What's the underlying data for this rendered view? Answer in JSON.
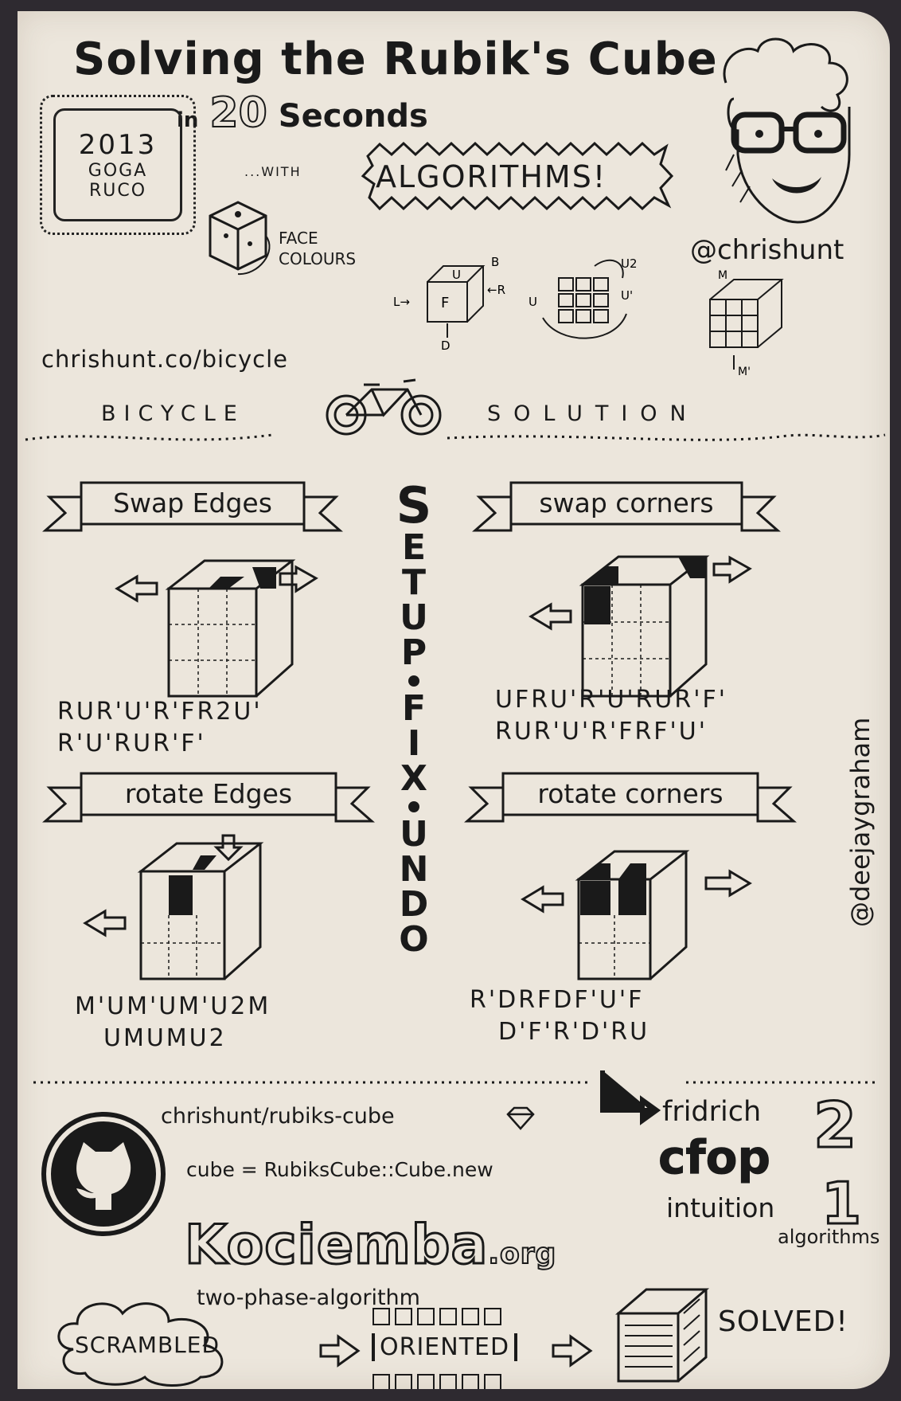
{
  "title": {
    "line1": "Solving the Rubik's Cube",
    "in_word": "in",
    "number": "20",
    "seconds": "Seconds"
  },
  "badge": {
    "year": "2013",
    "line2": "GOGA",
    "line3": "RUCO"
  },
  "with_text": "...WITH",
  "algorithms_burst": "ALGORITHMS!",
  "author_handle": "@chrishunt",
  "face_colours": [
    "FACE",
    "COLOURS"
  ],
  "notation": {
    "faces": [
      "U",
      "F",
      "L",
      "R",
      "B",
      "D"
    ],
    "moves": [
      "U",
      "U'",
      "U2"
    ],
    "slice": [
      "M",
      "M'"
    ]
  },
  "bicycle_url": "chrishunt.co/bicycle",
  "bicycle_label": "BICYCLE",
  "solution_label": "SOLUTION",
  "vertical": {
    "setup": "SETUP",
    "fix": "FIX",
    "undo": "UNDO"
  },
  "sections": {
    "swap_edges": {
      "label": "Swap Edges",
      "line1": "RUR'U'R'FR2U'",
      "line2": "R'U'RUR'F'"
    },
    "swap_corners": {
      "label": "swap corners",
      "line1": "UFRU'R'U'RUR'F'",
      "line2": "RUR'U'R'FRF'U'"
    },
    "rotate_edges": {
      "label": "rotate Edges",
      "line1": "M'UM'UM'U2M",
      "line2": "UMUMU2"
    },
    "rotate_corners": {
      "label": "rotate corners",
      "line1": "R'DRFDF'U'F",
      "line2": "D'F'R'D'RU"
    }
  },
  "artist_handle": "@deejaygraham",
  "github": {
    "repo": "chrishunt/rubiks-cube",
    "code": "cube = RubiksCube::Cube.new"
  },
  "methods": {
    "fridrich": "fridrich",
    "cfop": "cfop",
    "intuition": "intuition",
    "num_two": "2",
    "num_one": "1",
    "algorithms": "algorithms"
  },
  "kociemba": {
    "name": "Kociemba",
    "tld": ".org",
    "subtitle": "two-phase-algorithm"
  },
  "pipeline": {
    "scrambled": "SCRAMBLED",
    "oriented": "ORIENTED",
    "solved": "SOLVED!"
  },
  "colors": {
    "paper": "#ece6dc",
    "ink": "#1a1a1a",
    "background": "#2e2a30"
  }
}
